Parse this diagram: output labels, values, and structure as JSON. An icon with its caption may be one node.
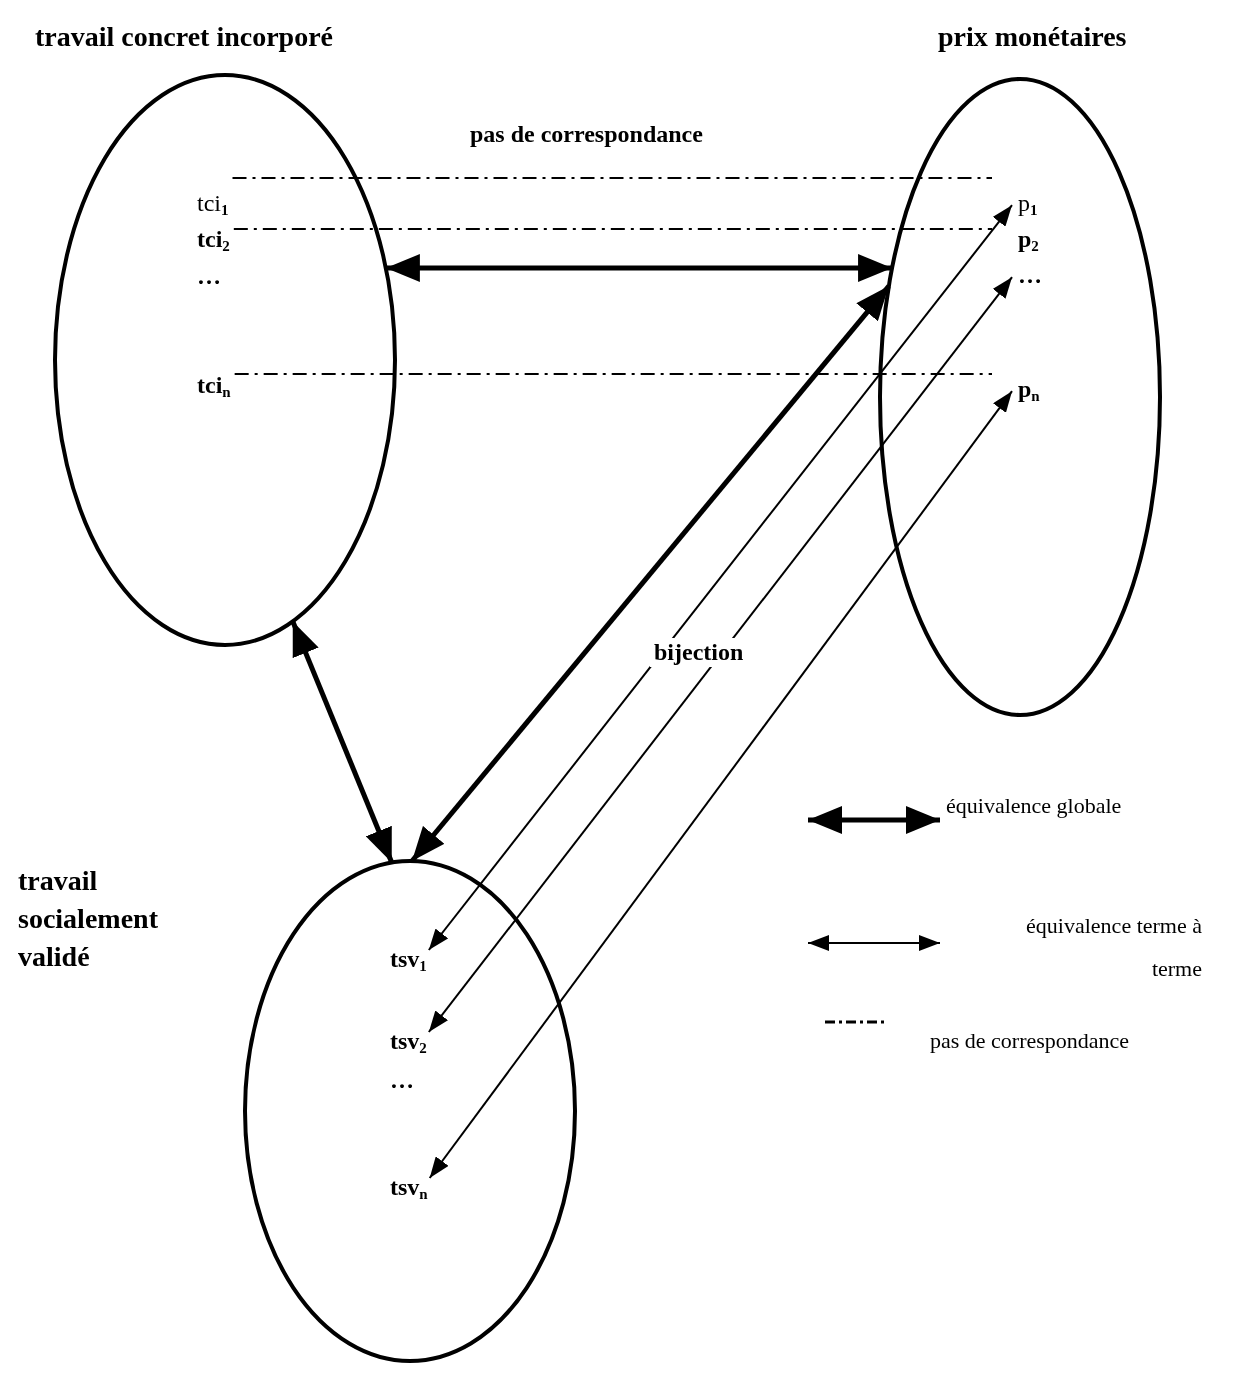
{
  "diagram": {
    "nodes": [
      {
        "text": [
          "travail concret incorporé"
        ]
      },
      {
        "text": [
          "tci$_{1}$"
        ],
        "in": 0
      },
      {
        "text": [
          "tci$_{2}$"
        ],
        "in": 0
      },
      {
        "text": [
          "tci$_{n}$"
        ],
        "in": 0
      },
      {
        "text": [
          "prix monétaires"
        ]
      },
      {
        "text": [
          "p$_{1}$"
        ],
        "in": 4
      },
      {
        "text": [
          "p$_{2}$"
        ],
        "in": 4
      },
      {
        "text": [
          "…"
        ],
        "in": 4
      },
      {
        "text": [
          "p$_{n}$"
        ],
        "in": 4
      },
      {
        "text": [
          "travail socialement validé"
        ]
      },
      {
        "text": [
          "tsv$_{1}$"
        ],
        "in": 9
      },
      {
        "text": [
          "tsv$_{2}$"
        ],
        "in": 9
      },
      {
        "text": [
          "tsv$_{n}$"
        ],
        "in": 9
      }
    ],
    "edges": [
      {
        "from": 0,
        "to": 4,
        "arrow": "both",
        "style": "thick"
      },
      {
        "from": 0,
        "to": 9,
        "arrow": "both",
        "style": "thick"
      },
      {
        "from": 9,
        "to": 4,
        "arrow": "both",
        "style": "thick"
      },
      {
        "from": 10,
        "to": 5,
        "arrow": "both"
      },
      {
        "from": 11,
        "to": 7,
        "arrow": "both"
      },
      {
        "from": 12,
        "to": 8,
        "arrow": "both"
      },
      {
        "from": 1,
        "to": 5,
        "arrow": "none",
        "style": "dashed"
      },
      {
        "from": 2,
        "to": 6,
        "arrow": "none",
        "style": "dashed"
      },
      {
        "from": 3,
        "to": 8,
        "arrow": "none",
        "style": "dashed"
      }
    ],
    "labels": [
      "pas de correspondance",
      "…",
      "bijection",
      "…"
    ],
    "legend": [
      {
        "text": "équivalence globale"
      },
      {
        "text": "équivalence terme à terme"
      },
      {
        "text": "pas de correspondance"
      }
    ]
  }
}
